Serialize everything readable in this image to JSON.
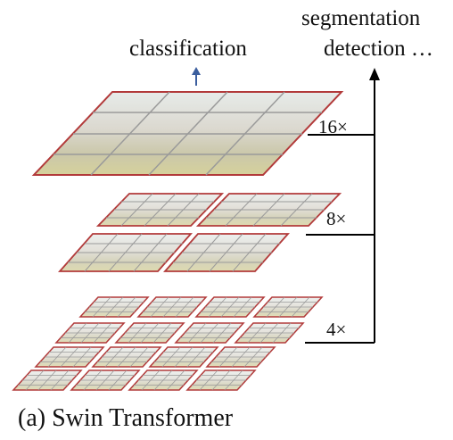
{
  "labels": {
    "classification": "classification",
    "segmentation": "segmentation",
    "detection": "detection …",
    "scale_16": "16×",
    "scale_8": "8×",
    "scale_4": "4×",
    "caption": "(a) Swin Transformer"
  },
  "colors": {
    "window_border": "#b23a3a",
    "patch_grid": "#9a9a9a",
    "arrow_blue": "#3b5e9e",
    "line": "#000000"
  }
}
